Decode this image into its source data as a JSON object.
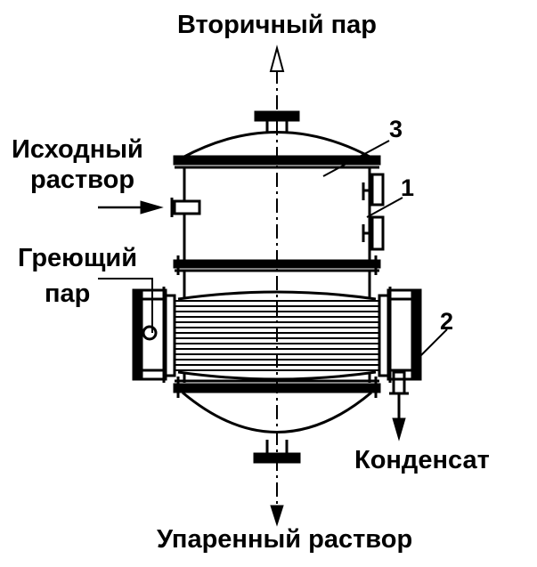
{
  "labels": {
    "secondary_steam": "Вторичный пар",
    "feed_solution_line1": "Исходный",
    "feed_solution_line2": "раствор",
    "heating_steam_line1": "Греющий",
    "heating_steam_line2": "пар",
    "condensate": "Конденсат",
    "evaporated_solution": "Упаренный раствор"
  },
  "callouts": {
    "n1": "1",
    "n2": "2",
    "n3": "3"
  },
  "colors": {
    "ink": "#000000",
    "background": "#ffffff"
  }
}
